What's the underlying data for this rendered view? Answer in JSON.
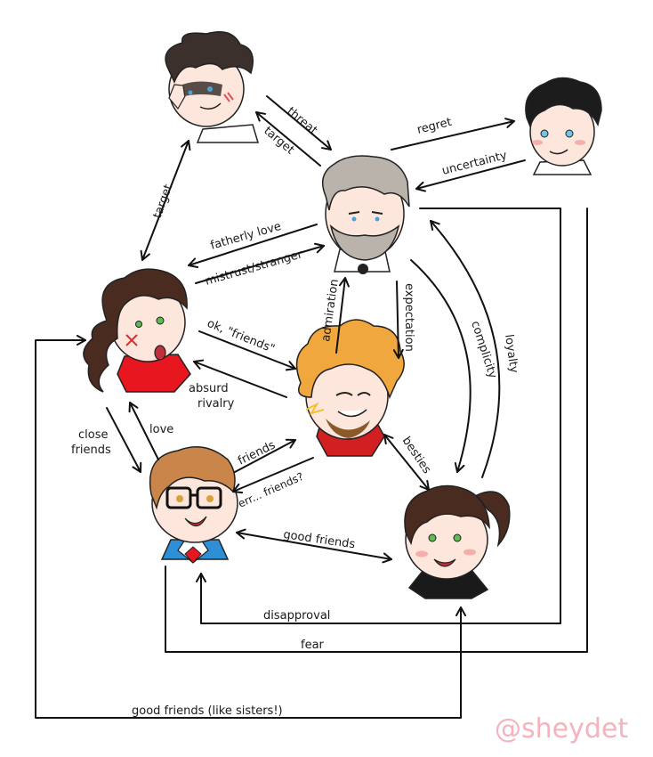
{
  "characters": [
    {
      "id": "dark-haired-man",
      "hair": "#3b302b",
      "skin": "#fde6dc",
      "shirt": "#ffffff"
    },
    {
      "id": "black-haired-boy",
      "hair": "#1c1c1c",
      "skin": "#fde6dc",
      "shirt": "#ffffff"
    },
    {
      "id": "gray-bearded-man",
      "hair": "#b9b3ab",
      "skin": "#fde6dc",
      "shirt": "#ffffff"
    },
    {
      "id": "curly-haired-girl",
      "hair": "#4a2b20",
      "skin": "#fde6dc",
      "shirt": "#e8161e"
    },
    {
      "id": "orange-haired-man",
      "hair": "#f0a73e",
      "skin": "#fde6dc",
      "shirt": "#d21f21"
    },
    {
      "id": "glasses-boy",
      "hair": "#c9854a",
      "skin": "#fde6dc",
      "shirt": "#2f8fd6"
    },
    {
      "id": "ponytail-girl",
      "hair": "#4a2b20",
      "skin": "#fde6dc",
      "shirt": "#1a1a1a"
    }
  ],
  "relations": {
    "threat": "threat",
    "target_top": "target",
    "target_left": "target",
    "regret": "regret",
    "uncertainty": "uncertainty",
    "fatherly_love": "fatherly love",
    "mistrust": "mistrust/stranger",
    "admiration": "admiration",
    "expectation": "expectation",
    "complicity": "complicity",
    "loyalty": "loyalty",
    "ok_friends": "ok, \"friends\"",
    "absurd": "absurd",
    "rivalry": "rivalry",
    "close": "close",
    "friends_close": "friends",
    "love": "love",
    "friends": "friends",
    "err_friends": "err... friends?",
    "besties": "besties",
    "good_friends": "good friends",
    "disapproval": "disapproval",
    "fear": "fear",
    "good_friends_sisters": "good friends (like sisters!)"
  },
  "watermark": "@sheydet"
}
